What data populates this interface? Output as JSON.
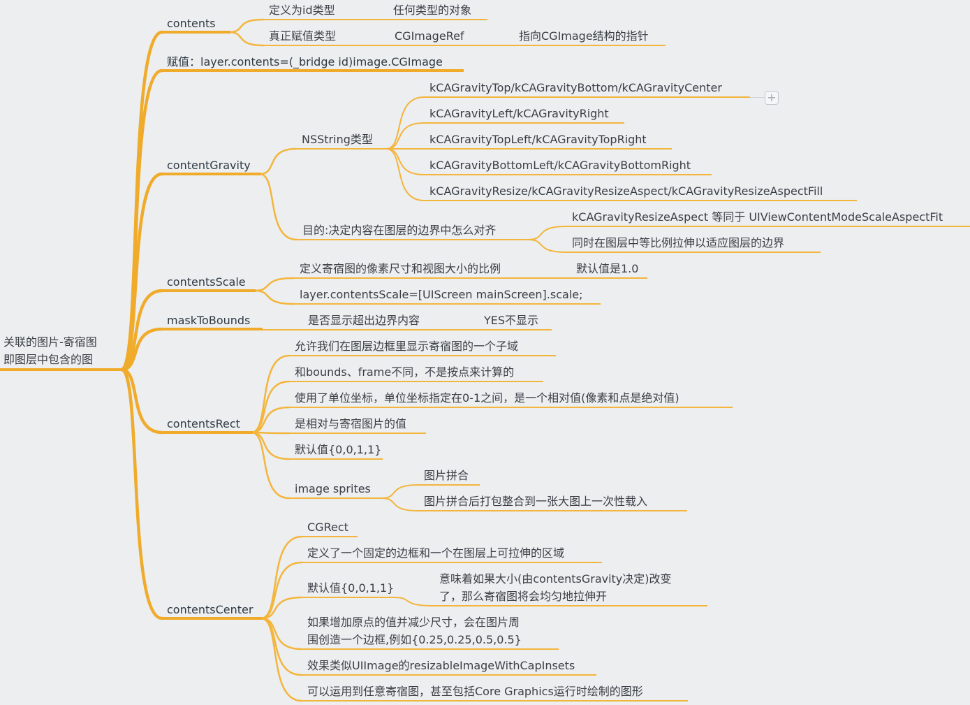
{
  "colors": {
    "branch": "#f0ab2a",
    "leaf_line": "#f4b53c",
    "background": "#eceef0",
    "text": "#3a3f45"
  },
  "root": {
    "line1": "关联的图片-寄宿图",
    "line2": "即图层中包含的图"
  },
  "contents": {
    "label": "contents",
    "type_def": {
      "label": "定义为id类型",
      "detail": "任何类型的对象"
    },
    "real_type": {
      "label": "真正赋值类型",
      "detail": "CGImageRef",
      "note": "指向CGImage结构的指针"
    }
  },
  "assign": {
    "label": "赋值：layer.contents=(_bridge id)image.CGImage"
  },
  "content_gravity": {
    "label": "contentGravity",
    "nsstring": {
      "label": "NSString类型",
      "items": [
        "kCAGravityTop/kCAGravityBottom/kCAGravityCenter",
        "kCAGravityLeft/kCAGravityRight",
        "kCAGravityTopLeft/kCAGravityTopRight",
        "kCAGravityBottomLeft/kCAGravityBottomRight",
        "kCAGravityResize/kCAGravityResizeAspect/kCAGravityResizeAspectFill"
      ]
    },
    "purpose": {
      "label": "目的:决定内容在图层的边界中怎么对齐",
      "items": [
        "kCAGravityResizeAspect 等同于 UIViewContentModeScaleAspectFit",
        "同时在图层中等比例拉伸以适应图层的边界"
      ]
    }
  },
  "contents_scale": {
    "label": "contentsScale",
    "definition": {
      "label": "定义寄宿图的像素尺寸和视图大小的比例",
      "default": "默认值是1.0"
    },
    "code": "layer.contentsScale=[UIScreen mainScreen].scale;"
  },
  "mask_to_bounds": {
    "label": "maskToBounds",
    "question": "是否显示超出边界内容",
    "answer": "YES不显示"
  },
  "contents_rect": {
    "label": "contentsRect",
    "items": [
      "允许我们在图层边框里显示寄宿图的一个子域",
      "和bounds、frame不同，不是按点来计算的",
      "使用了单位坐标，单位坐标指定在0-1之间，是一个相对值(像素和点是绝对值)",
      "是相对与寄宿图片的值",
      "默认值{0,0,1,1}"
    ],
    "sprites": {
      "label": "image sprites",
      "items": [
        "图片拼合",
        "图片拼合后打包整合到一张大图上一次性载入"
      ]
    }
  },
  "contents_center": {
    "label": "contentsCenter",
    "cgrect": "CGRect",
    "definition": "定义了一个固定的边框和一个在图层上可拉伸的区域",
    "default": {
      "label": "默认值{0,0,1,1}",
      "note_line1": "意味着如果大小(由contentsGravity决定)改变",
      "note_line2": "了，那么寄宿图将会均匀地拉伸开"
    },
    "increase": {
      "line1": "如果增加原点的值并减少尺寸，会在图片周",
      "line2": "围创造一个边框,例如{0.25,0.25,0.5,0.5}"
    },
    "similar": "效果类似UIImage的resizableImageWithCapInsets",
    "any": "可以运用到任意寄宿图，甚至包括Core Graphics运行时绘制的图形"
  }
}
